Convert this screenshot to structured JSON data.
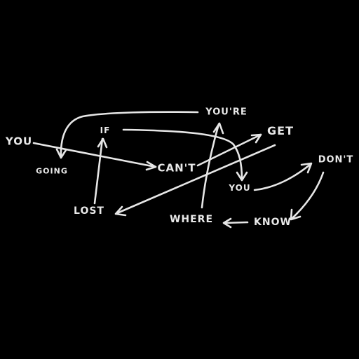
{
  "colors": {
    "background": "#000000",
    "ink": "#e8e8e8"
  },
  "words": {
    "you_1": "YOU",
    "going": "GOING",
    "if": "IF",
    "youre": "YOU'RE",
    "cant": "CAN'T",
    "get": "GET",
    "you_2": "YOU",
    "dont": "DON'T",
    "lost": "LOST",
    "where": "WHERE",
    "know": "KNOW"
  }
}
